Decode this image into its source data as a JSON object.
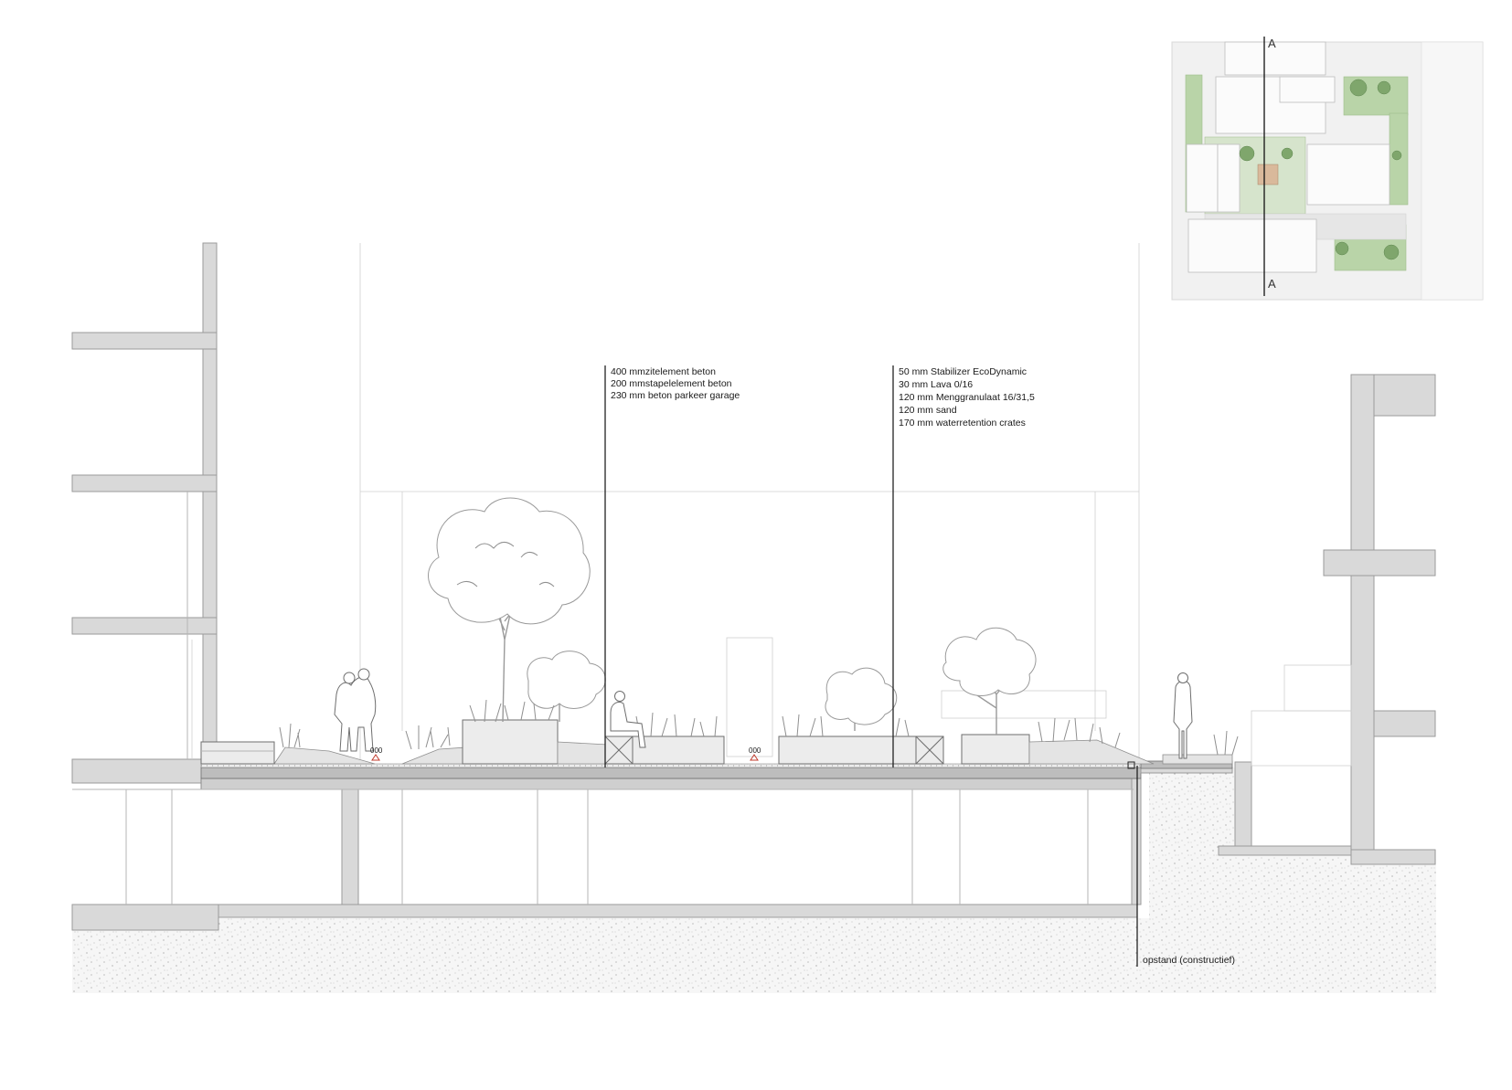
{
  "annotations": {
    "left_leader": {
      "lines": [
        "400 mmzitelement beton",
        "200 mmstapelelement beton",
        "230 mm beton parkeer garage"
      ]
    },
    "right_leader": {
      "lines": [
        "50 mm Stabilizer EcoDynamic",
        "30 mm Lava 0/16",
        "120 mm Menggranulaat 16/31,5",
        "120 mm sand",
        "170 mm waterretention crates"
      ]
    },
    "bottom_leader": {
      "text": "opstand (constructief)"
    }
  },
  "key_plan": {
    "section_label_top": "A",
    "section_label_bottom": "A"
  },
  "level_markers": [
    "000",
    "000"
  ],
  "colors": {
    "wall": "#d9d9d9",
    "vegetation_line": "#9a9a9a",
    "map_green": "#b9d4a8",
    "level_marker": "#c0392b"
  }
}
